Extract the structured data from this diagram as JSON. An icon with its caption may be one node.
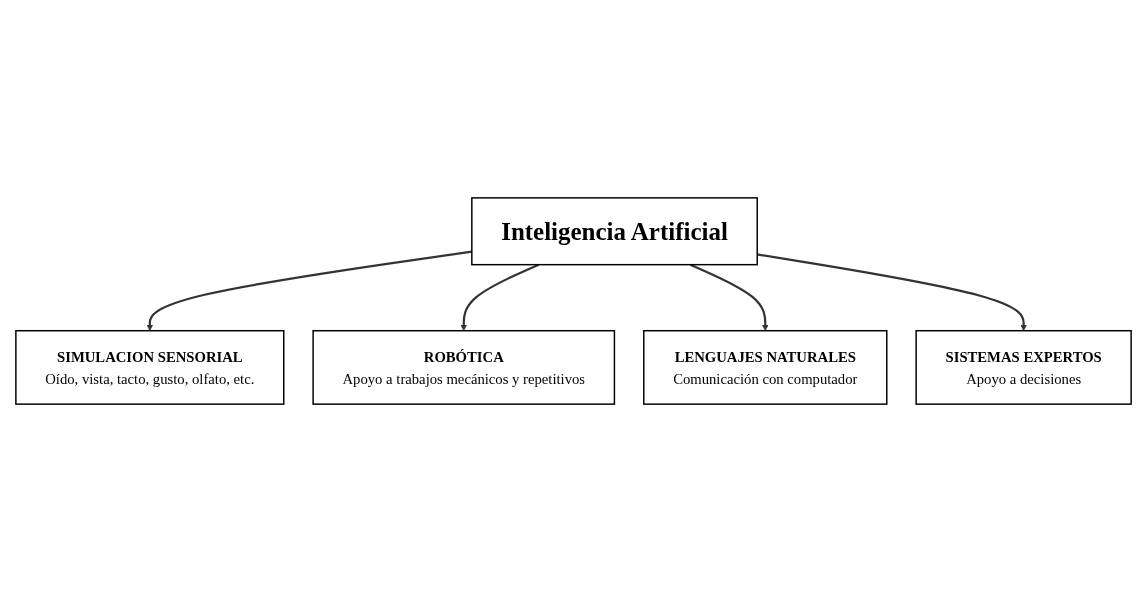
{
  "diagram": {
    "nodes": [
      {
        "text": [
          "SIMULACION SENSORIAL",
          "Oído, vista, tacto, gusto, olfato, etc."
        ]
      },
      {
        "text": [
          "ROBÓTICA",
          "Apoyo a trabajos mecánicos y repetitivos"
        ]
      },
      {
        "text": [
          "Inteligencia Artificial"
        ]
      },
      {
        "text": [
          "LENGUAJES NATURALES",
          "Comunicación con computador"
        ]
      },
      {
        "text": [
          "SISTEMAS EXPERTOS",
          "Apoyo a decisiones"
        ]
      }
    ],
    "edges": [
      {
        "from": 2,
        "to": 0,
        "arrow": "to"
      },
      {
        "from": 2,
        "to": 1,
        "arrow": "to"
      },
      {
        "from": 2,
        "to": 3,
        "arrow": "to"
      },
      {
        "from": 2,
        "to": 4,
        "arrow": "to"
      }
    ]
  }
}
